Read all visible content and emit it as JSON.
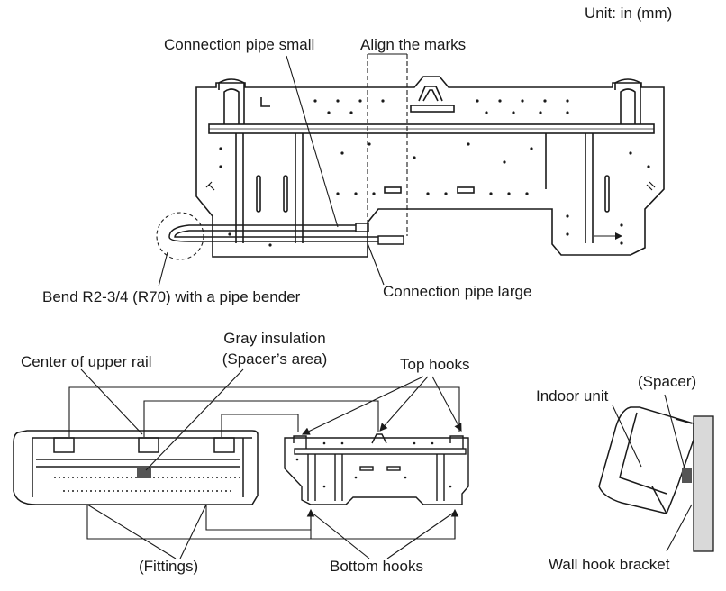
{
  "unit_note": "Unit: in (mm)",
  "labels": {
    "connection_pipe_small": "Connection pipe small",
    "align_the_marks": "Align the marks",
    "bend": "Bend R2-3/4 (R70) with a pipe bender",
    "connection_pipe_large": "Connection pipe large",
    "gray_insulation_line1": "Gray insulation",
    "gray_insulation_line2": "(Spacer’s area)",
    "center_of_upper_rail": "Center of upper rail",
    "top_hooks": "Top hooks",
    "indoor_unit": "Indoor unit",
    "spacer": "(Spacer)",
    "fittings": "(Fittings)",
    "bottom_hooks": "Bottom hooks",
    "wall_hook_bracket": "Wall hook bracket"
  },
  "colors": {
    "line": "#1a1a1a",
    "gray_part": "#555555",
    "wall": "#d9d9d9"
  }
}
